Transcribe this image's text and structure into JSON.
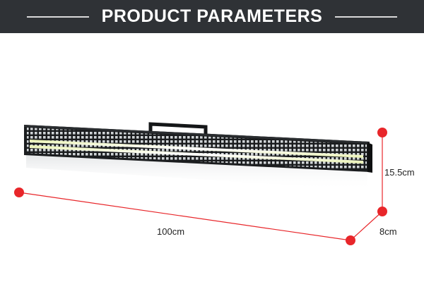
{
  "header": {
    "title": "PRODUCT PARAMETERS"
  },
  "dimensions": {
    "length": "100cm",
    "height": "15.5cm",
    "depth": "8cm"
  },
  "colors": {
    "header_bg": "#2f3236",
    "dimension_line": "#e8262a",
    "led_glow": "#f2f7c8"
  }
}
